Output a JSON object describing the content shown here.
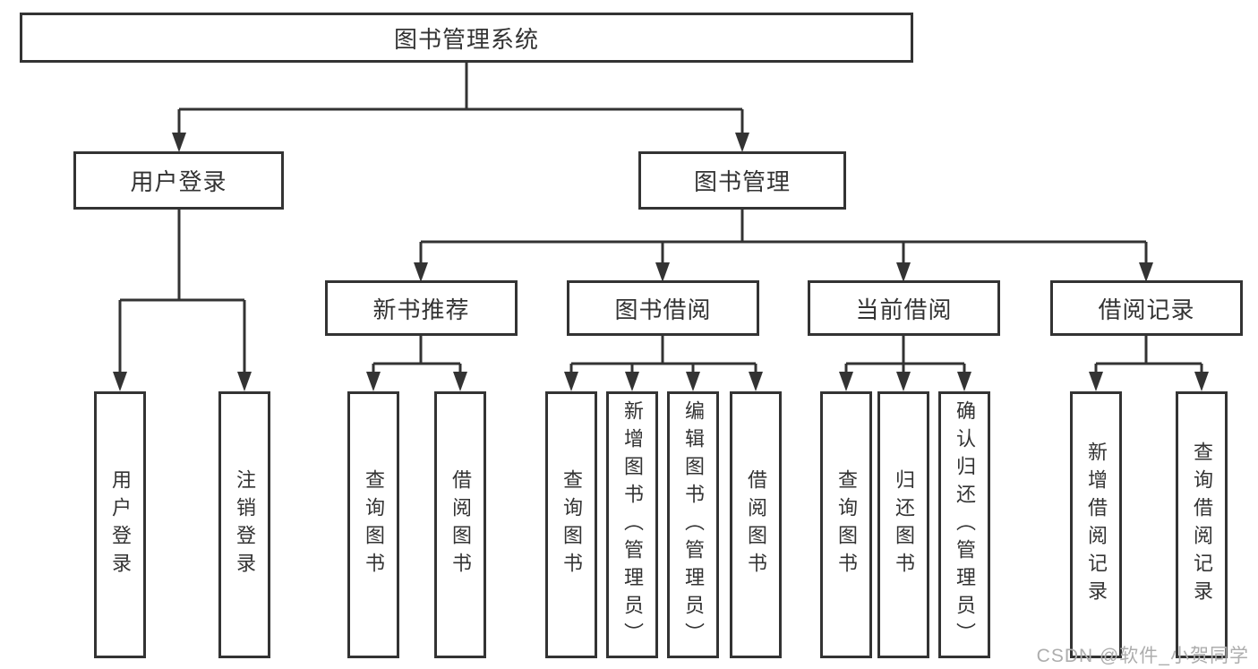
{
  "title": "图书管理系统",
  "watermark": "CSDN @软件_小贺同学",
  "colors": {
    "line": "#333333",
    "text": "#333333",
    "box_background": "#ffffff",
    "page_background": "#ffffff",
    "watermark": "#adadad"
  },
  "nodes": {
    "root": {
      "label": "图书管理系统",
      "children": [
        "user_login",
        "book_mgmt"
      ]
    },
    "user_login": {
      "label": "用户登录",
      "children": [
        "ul_login",
        "ul_logout"
      ]
    },
    "book_mgmt": {
      "label": "图书管理",
      "children": [
        "new_book_rec",
        "book_borrow",
        "current_borrow",
        "borrow_record"
      ]
    },
    "new_book_rec": {
      "label": "新书推荐",
      "children": [
        "nbr_query",
        "nbr_borrow"
      ]
    },
    "book_borrow": {
      "label": "图书借阅",
      "children": [
        "bb_query",
        "bb_add",
        "bb_edit",
        "bb_borrow"
      ]
    },
    "current_borrow": {
      "label": "当前借阅",
      "children": [
        "cb_query",
        "cb_return",
        "cb_confirm"
      ]
    },
    "borrow_record": {
      "label": "借阅记录",
      "children": [
        "br_add",
        "br_query"
      ]
    },
    "ul_login": {
      "label": "用户登录",
      "children": []
    },
    "ul_logout": {
      "label": "注销登录",
      "children": []
    },
    "nbr_query": {
      "label": "查询图书",
      "children": []
    },
    "nbr_borrow": {
      "label": "借阅图书",
      "children": []
    },
    "bb_query": {
      "label": "查询图书",
      "children": []
    },
    "bb_add": {
      "label": "新增图书（管理员）",
      "children": []
    },
    "bb_edit": {
      "label": "编辑图书（管理员）",
      "children": []
    },
    "bb_borrow": {
      "label": "借阅图书",
      "children": []
    },
    "cb_query": {
      "label": "查询图书",
      "children": []
    },
    "cb_return": {
      "label": "归还图书",
      "children": []
    },
    "cb_confirm": {
      "label": "确认归还（管理员）",
      "children": []
    },
    "br_add": {
      "label": "新增借阅记录",
      "children": []
    },
    "br_query": {
      "label": "查询借阅记录",
      "children": []
    }
  }
}
